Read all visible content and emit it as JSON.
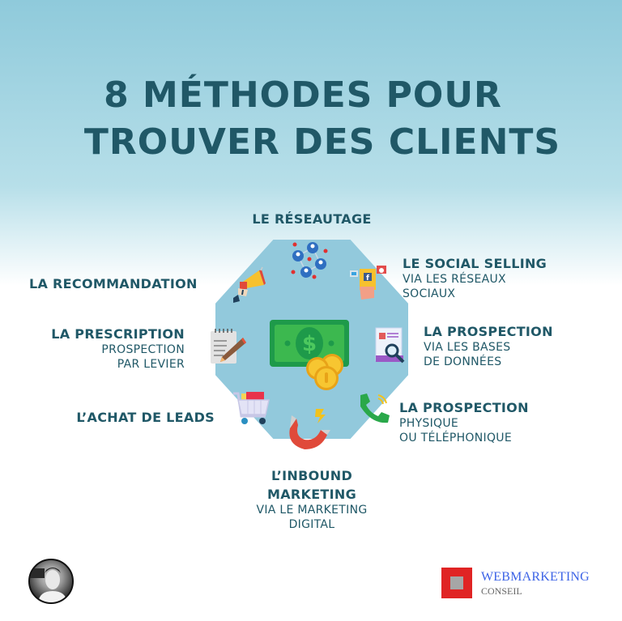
{
  "title": {
    "line1": "8 MÉTHODES POUR",
    "line2": "TROUVER DES CLIENTS"
  },
  "center_icon": "money-bill-coins-icon",
  "methods": [
    {
      "id": "reseautage",
      "title": "LE RÉSEAUTAGE",
      "subtitle": "",
      "icon": "network-people-icon"
    },
    {
      "id": "social-selling",
      "title": "LE SOCIAL SELLING",
      "subtitle_line1": "VIA LES RÉSEAUX",
      "subtitle_line2": "SOCIAUX",
      "icon": "social-phone-icon"
    },
    {
      "id": "prospection-bdd",
      "title": "LA PROSPECTION",
      "subtitle_line1": "VIA LES BASES",
      "subtitle_line2": "DE DONNÉES",
      "icon": "database-search-icon"
    },
    {
      "id": "prospection-phone",
      "title": "LA PROSPECTION",
      "subtitle_line1": "PHYSIQUE",
      "subtitle_line2": "OU TÉLÉPHONIQUE",
      "icon": "phone-icon"
    },
    {
      "id": "inbound",
      "title_line1": "L’INBOUND",
      "title_line2": "MARKETING",
      "subtitle_line1": "VIA LE MARKETING",
      "subtitle_line2": "DIGITAL",
      "icon": "magnet-icon"
    },
    {
      "id": "achat-leads",
      "title": "L’ACHAT DE LEADS",
      "subtitle": "",
      "icon": "shopping-cart-icon"
    },
    {
      "id": "prescription",
      "title": "LA PRESCRIPTION",
      "subtitle_line1": "PROSPECTION",
      "subtitle_line2": "PAR LEVIER",
      "icon": "notepad-pencil-icon"
    },
    {
      "id": "recommandation",
      "title": "LA RECOMMANDATION",
      "subtitle": "",
      "icon": "megaphone-icon"
    }
  ],
  "footer": {
    "brand_line1": "WEBMARKETING",
    "brand_line2": "CONSEIL"
  },
  "colors": {
    "text": "#205867",
    "octagon": "#92c9dc",
    "brand_red": "#e02424",
    "brand_blue": "#3c63e6"
  }
}
